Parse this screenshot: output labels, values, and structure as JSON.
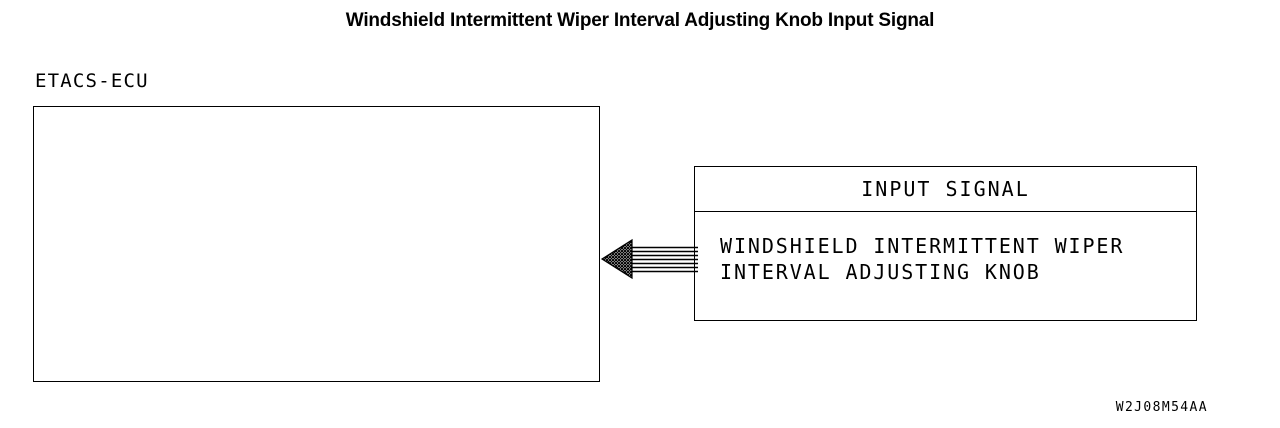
{
  "title": "Windshield Intermittent Wiper Interval Adjusting Knob Input Signal",
  "ecu": {
    "label": "ETACS-ECU"
  },
  "signal_box": {
    "header": "INPUT SIGNAL",
    "body_lines": [
      "WINDSHIELD INTERMITTENT WIPER",
      "INTERVAL ADJUSTING KNOB"
    ]
  },
  "connector": {
    "name": "hatched-arrow",
    "direction": "left",
    "stripe_count": 7
  },
  "footer": {
    "drawing_code": "W2J08M54AA"
  },
  "colors": {
    "ink": "#000000",
    "background": "#ffffff"
  }
}
